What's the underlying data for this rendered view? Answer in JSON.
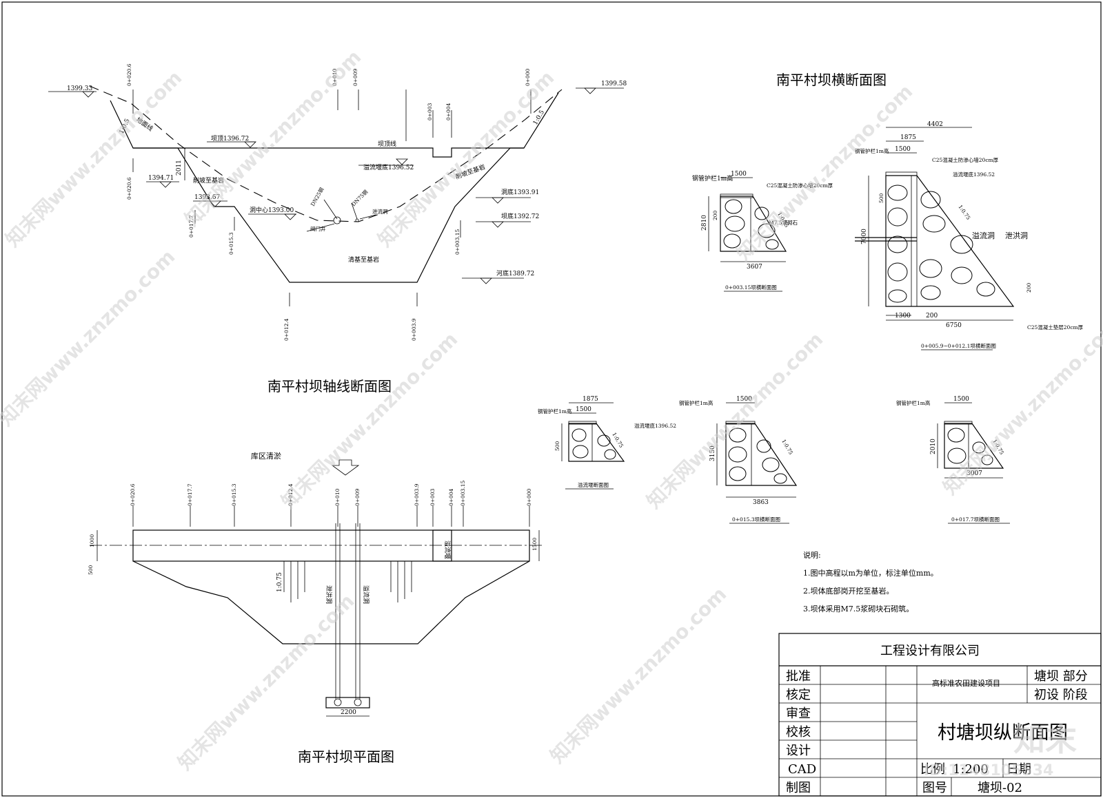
{
  "titles": {
    "axis_section": "南平村坝轴线断面图",
    "plan": "南平村坝平面图",
    "cross_section": "南平村坝横断面图",
    "reservoir_cleanup": "库区清淤"
  },
  "axis_section": {
    "stations_top": [
      "0+020.6",
      "0+010",
      "0+009",
      "0+000",
      "0+003",
      "0+004"
    ],
    "stations_mid": [
      "0+020.6",
      "0+017.7",
      "0+015.3",
      "0+003.15"
    ],
    "stations_bottom": [
      "0+012.4",
      "0+003.9"
    ],
    "elev_left": "1399.33",
    "elev_right": "1399.58",
    "crest": "坝顶1396.72",
    "crest_line": "坝顶线",
    "spillway_bottom": "溢流堰底1396.52",
    "e1": "1394.71",
    "e2": "1393.67",
    "tunnel_center": "洞中心1393.00",
    "tunnel_bottom": "洞底1393.91",
    "foundation": "坝底1392.72",
    "riverbed": "河底1389.72",
    "ground_line": "地面线",
    "slope_1": "1:0.5",
    "slope_2": "1:0.5",
    "dim_2011": "2011",
    "excavation_1": "削坡至基岩",
    "excavation_2": "削坡至基岩",
    "excavation_3": "清基至基岩",
    "pipe_1": "DN25钢",
    "pipe_2": "DN75钢",
    "gate": "泄流洞",
    "valve": "阀门井"
  },
  "plan": {
    "stations": [
      "0+020.6",
      "0+017.7",
      "0+015.3",
      "0+012.4",
      "0+010",
      "0+009",
      "0+003.9",
      "0+003",
      "0+004",
      "0+003.15",
      "0+000"
    ],
    "dim_1000": "1000",
    "dim_500": "500",
    "dim_1500": "1500",
    "slope": "1:0.75",
    "spillway": "溢流堰",
    "flood_tunnel": "泄洪洞",
    "overflow_tunnel": "溢流洞",
    "dim_2200": "2200"
  },
  "cross": {
    "s1": {
      "caption": "0+003.15坝横断面图",
      "guard": "钢管护栏1m高",
      "top": "1500",
      "h": "2810",
      "h2": "200",
      "base": "3607",
      "slope": "1:0.75",
      "c25": "C25混凝土防渗心墙20cm厚",
      "m75": "M7.5浆砌石"
    },
    "s2": {
      "caption": "0+005.9~0+012.1坝横断面图",
      "w1": "4402",
      "w2": "1875",
      "w3": "1500",
      "guard": "钢管护栏1m高",
      "c25": "C25混凝土防渗心墙20cm厚",
      "spill": "溢流堰底1396.52",
      "h": "7000",
      "h2": "500",
      "b1": "1300",
      "b2": "200",
      "base": "6750",
      "d200": "200",
      "c25b": "C25混凝土垫层20cm厚",
      "slope": "1:0.75",
      "overflow": "溢流洞",
      "flood": "泄洪洞"
    },
    "s3": {
      "caption": "溢流堰断面图",
      "w1": "1875",
      "w2": "1500",
      "guard": "钢管护栏1m高",
      "spill": "溢流堰底1396.52",
      "h": "500",
      "slope": "1:0.75"
    },
    "s4": {
      "caption": "0+015.3坝横断面图",
      "guard": "钢管护栏1m高",
      "top": "1500",
      "h": "3150",
      "base": "3863",
      "slope": "1:0.75"
    },
    "s5": {
      "caption": "0+017.7坝横断面图",
      "guard": "钢管护栏1m高",
      "top": "1500",
      "h": "2010",
      "base": "3007",
      "slope": "1:0.75"
    }
  },
  "notes": {
    "heading": "说明:",
    "items": [
      "1.图中高程以m为单位，标注单位mm。",
      "2.坝体底部岗开挖至基岩。",
      "3.坝体采用M7.5浆砌块石砌筑。"
    ]
  },
  "titleblock": {
    "company": "工程设计有限公司",
    "roles": [
      "批准",
      "核定",
      "审查",
      "校核",
      "设计",
      "CAD",
      "制图"
    ],
    "project": "高标准农田建设项目",
    "part": "塘坝  部分",
    "stage": "初设  阶段",
    "drawing_title": "村塘坝纵断面图",
    "scale_label": "比例",
    "scale_value": "1:200",
    "date_label": "日期",
    "drawing_no_label": "图号",
    "drawing_no": "塘坝-02"
  },
  "watermark": {
    "site": "知末网www.znzmo.com",
    "logo": "知末",
    "id": "ID:1148105534"
  }
}
